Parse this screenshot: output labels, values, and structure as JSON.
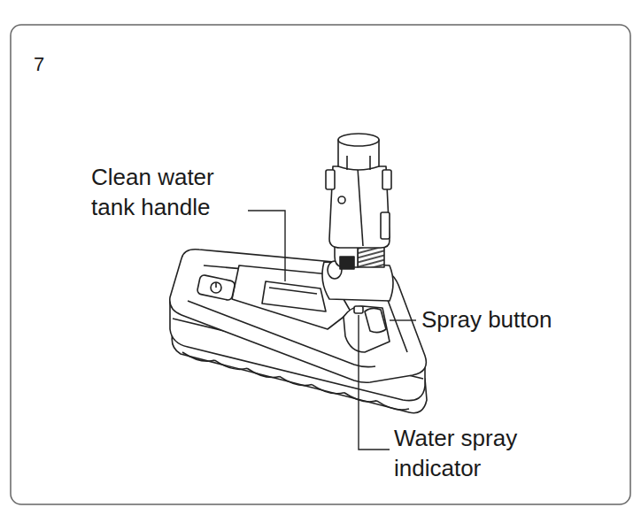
{
  "diagram": {
    "labels": [
      "7",
      "Clean water tank handle",
      "Spray button",
      "Water spray indicator"
    ]
  }
}
